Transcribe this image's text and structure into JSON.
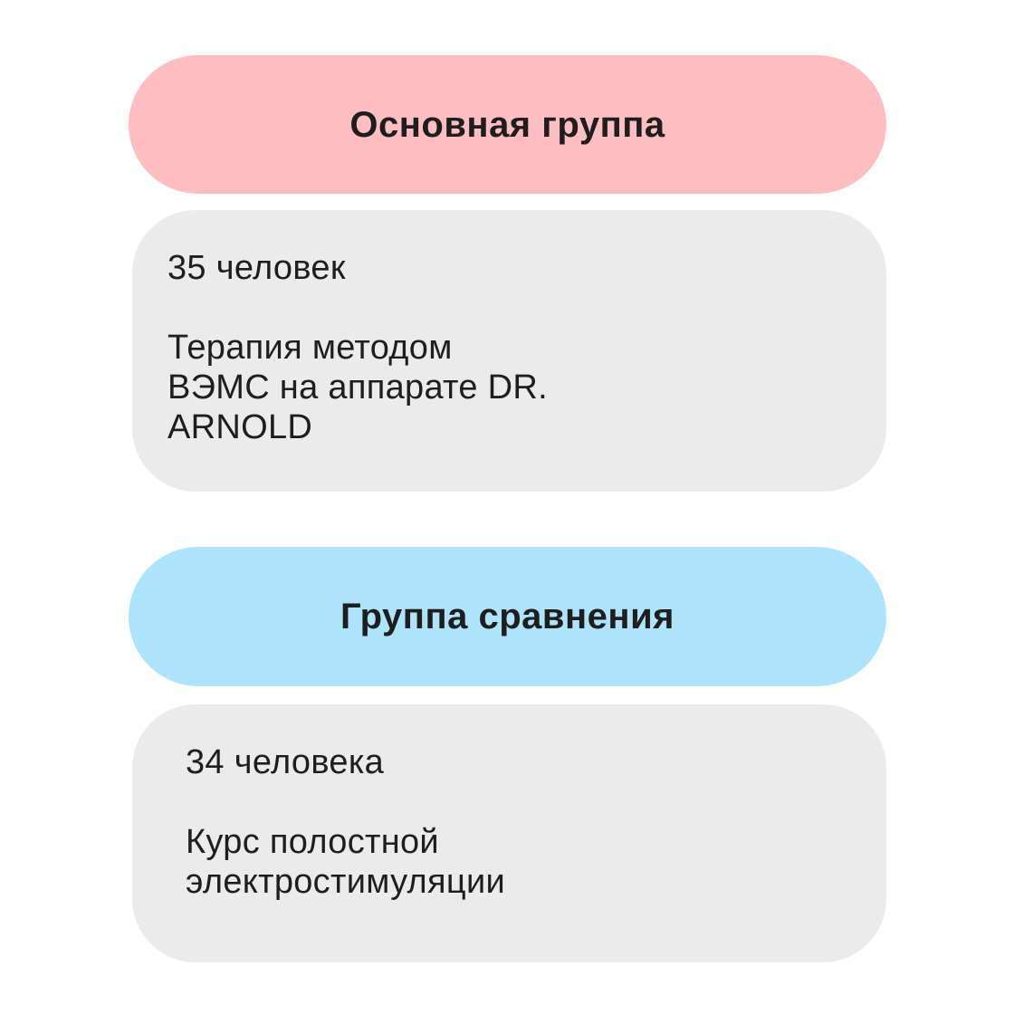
{
  "figure": {
    "background": "#ffffff",
    "text_color": "#1e1e1e",
    "card_color": "#ebebeb",
    "groups": [
      {
        "id": "main-group",
        "title": "Основная группа",
        "accent_color": "#ffbec1",
        "size": "35 человек",
        "description": "Терапия методом\nВЭМС на аппарате DR.\nARNOLD"
      },
      {
        "id": "comparison-group",
        "title": "Группа сравнения",
        "accent_color": "#ade4fb",
        "size": "34 человека",
        "description": "Курс полостной\nэлектростимуляции"
      }
    ]
  }
}
